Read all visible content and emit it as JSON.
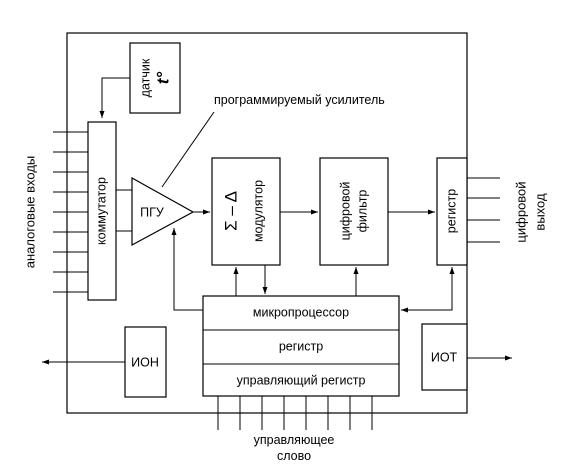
{
  "analog_inputs_label": "аналоговые входы",
  "sensor": {
    "label": "датчик",
    "symbol": "t°"
  },
  "pga_callout": "программируемый усилитель",
  "commutator": "коммутатор",
  "pga": "ПГУ",
  "modulator": {
    "symbol": "Σ – Δ",
    "label": "модулятор"
  },
  "digital_filter": [
    "цифровой",
    "фильтр"
  ],
  "output_register": "регистр",
  "digital_output_label": [
    "цифровой",
    "выход"
  ],
  "mcu_block": {
    "microprocessor": "микропроцессор",
    "register": "регистр",
    "control_register": "управляющий регистр"
  },
  "ion": "ИОН",
  "iot": "ИОТ",
  "control_word_label": [
    "управляющее",
    "слово"
  ]
}
